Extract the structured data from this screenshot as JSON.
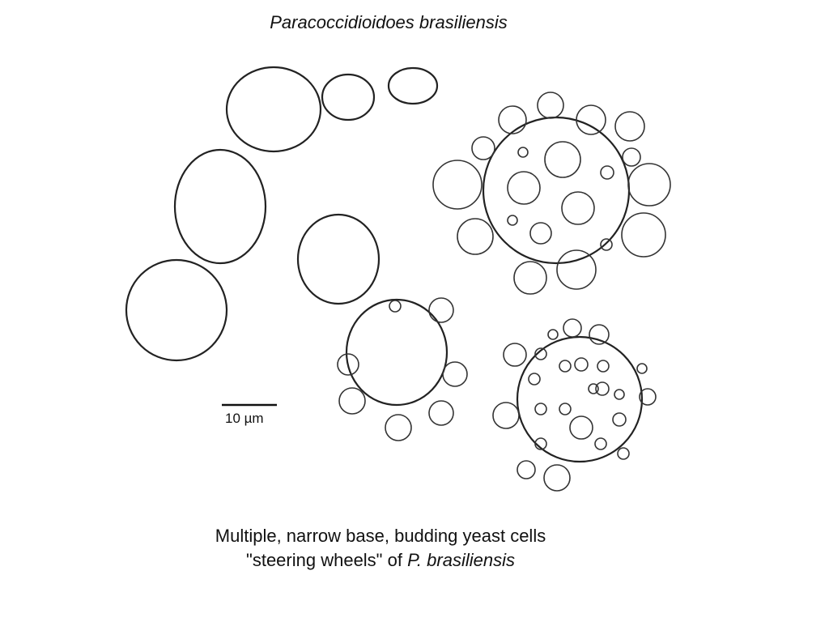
{
  "title": "Paracoccidioidoes brasiliensis",
  "scale_bar": {
    "label": "10 µm"
  },
  "caption": {
    "line1": "Multiple, narrow base, budding yeast cells",
    "line2_prefix": "\"steering wheels\" of ",
    "line2_italic": "P. brasiliensis"
  }
}
